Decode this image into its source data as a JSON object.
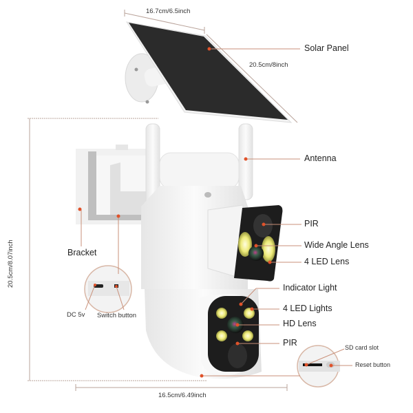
{
  "dimensions": {
    "panel_width": "16.7cm/6.5inch",
    "panel_length": "20.5cm/8inch",
    "height": "20.5cm/8.07inch",
    "base_width": "16.5cm/6.49inch"
  },
  "callouts": {
    "solar_panel": "Solar Panel",
    "antenna": "Antenna",
    "bracket": "Bracket",
    "dc_5v": "DC 5v",
    "switch_button": "Switch button",
    "pir_top": "PIR",
    "wide_angle_lens": "Wide Angle Lens",
    "led_lens": "4 LED Lens",
    "indicator_light": "Indicator Light",
    "led_lights": "4 LED Lights",
    "hd_lens": "HD Lens",
    "pir_bottom": "PIR",
    "sd_card_slot": "SD card slot",
    "reset_button": "Reset button"
  },
  "colors": {
    "accent_dot": "#e0522a",
    "leader_line": "#c98f78",
    "dimension_line": "#b9a39a",
    "panel": "#2b2b2b",
    "body": "#f3f3f3",
    "face": "#1d1d1d",
    "led": "#f1f08a"
  }
}
